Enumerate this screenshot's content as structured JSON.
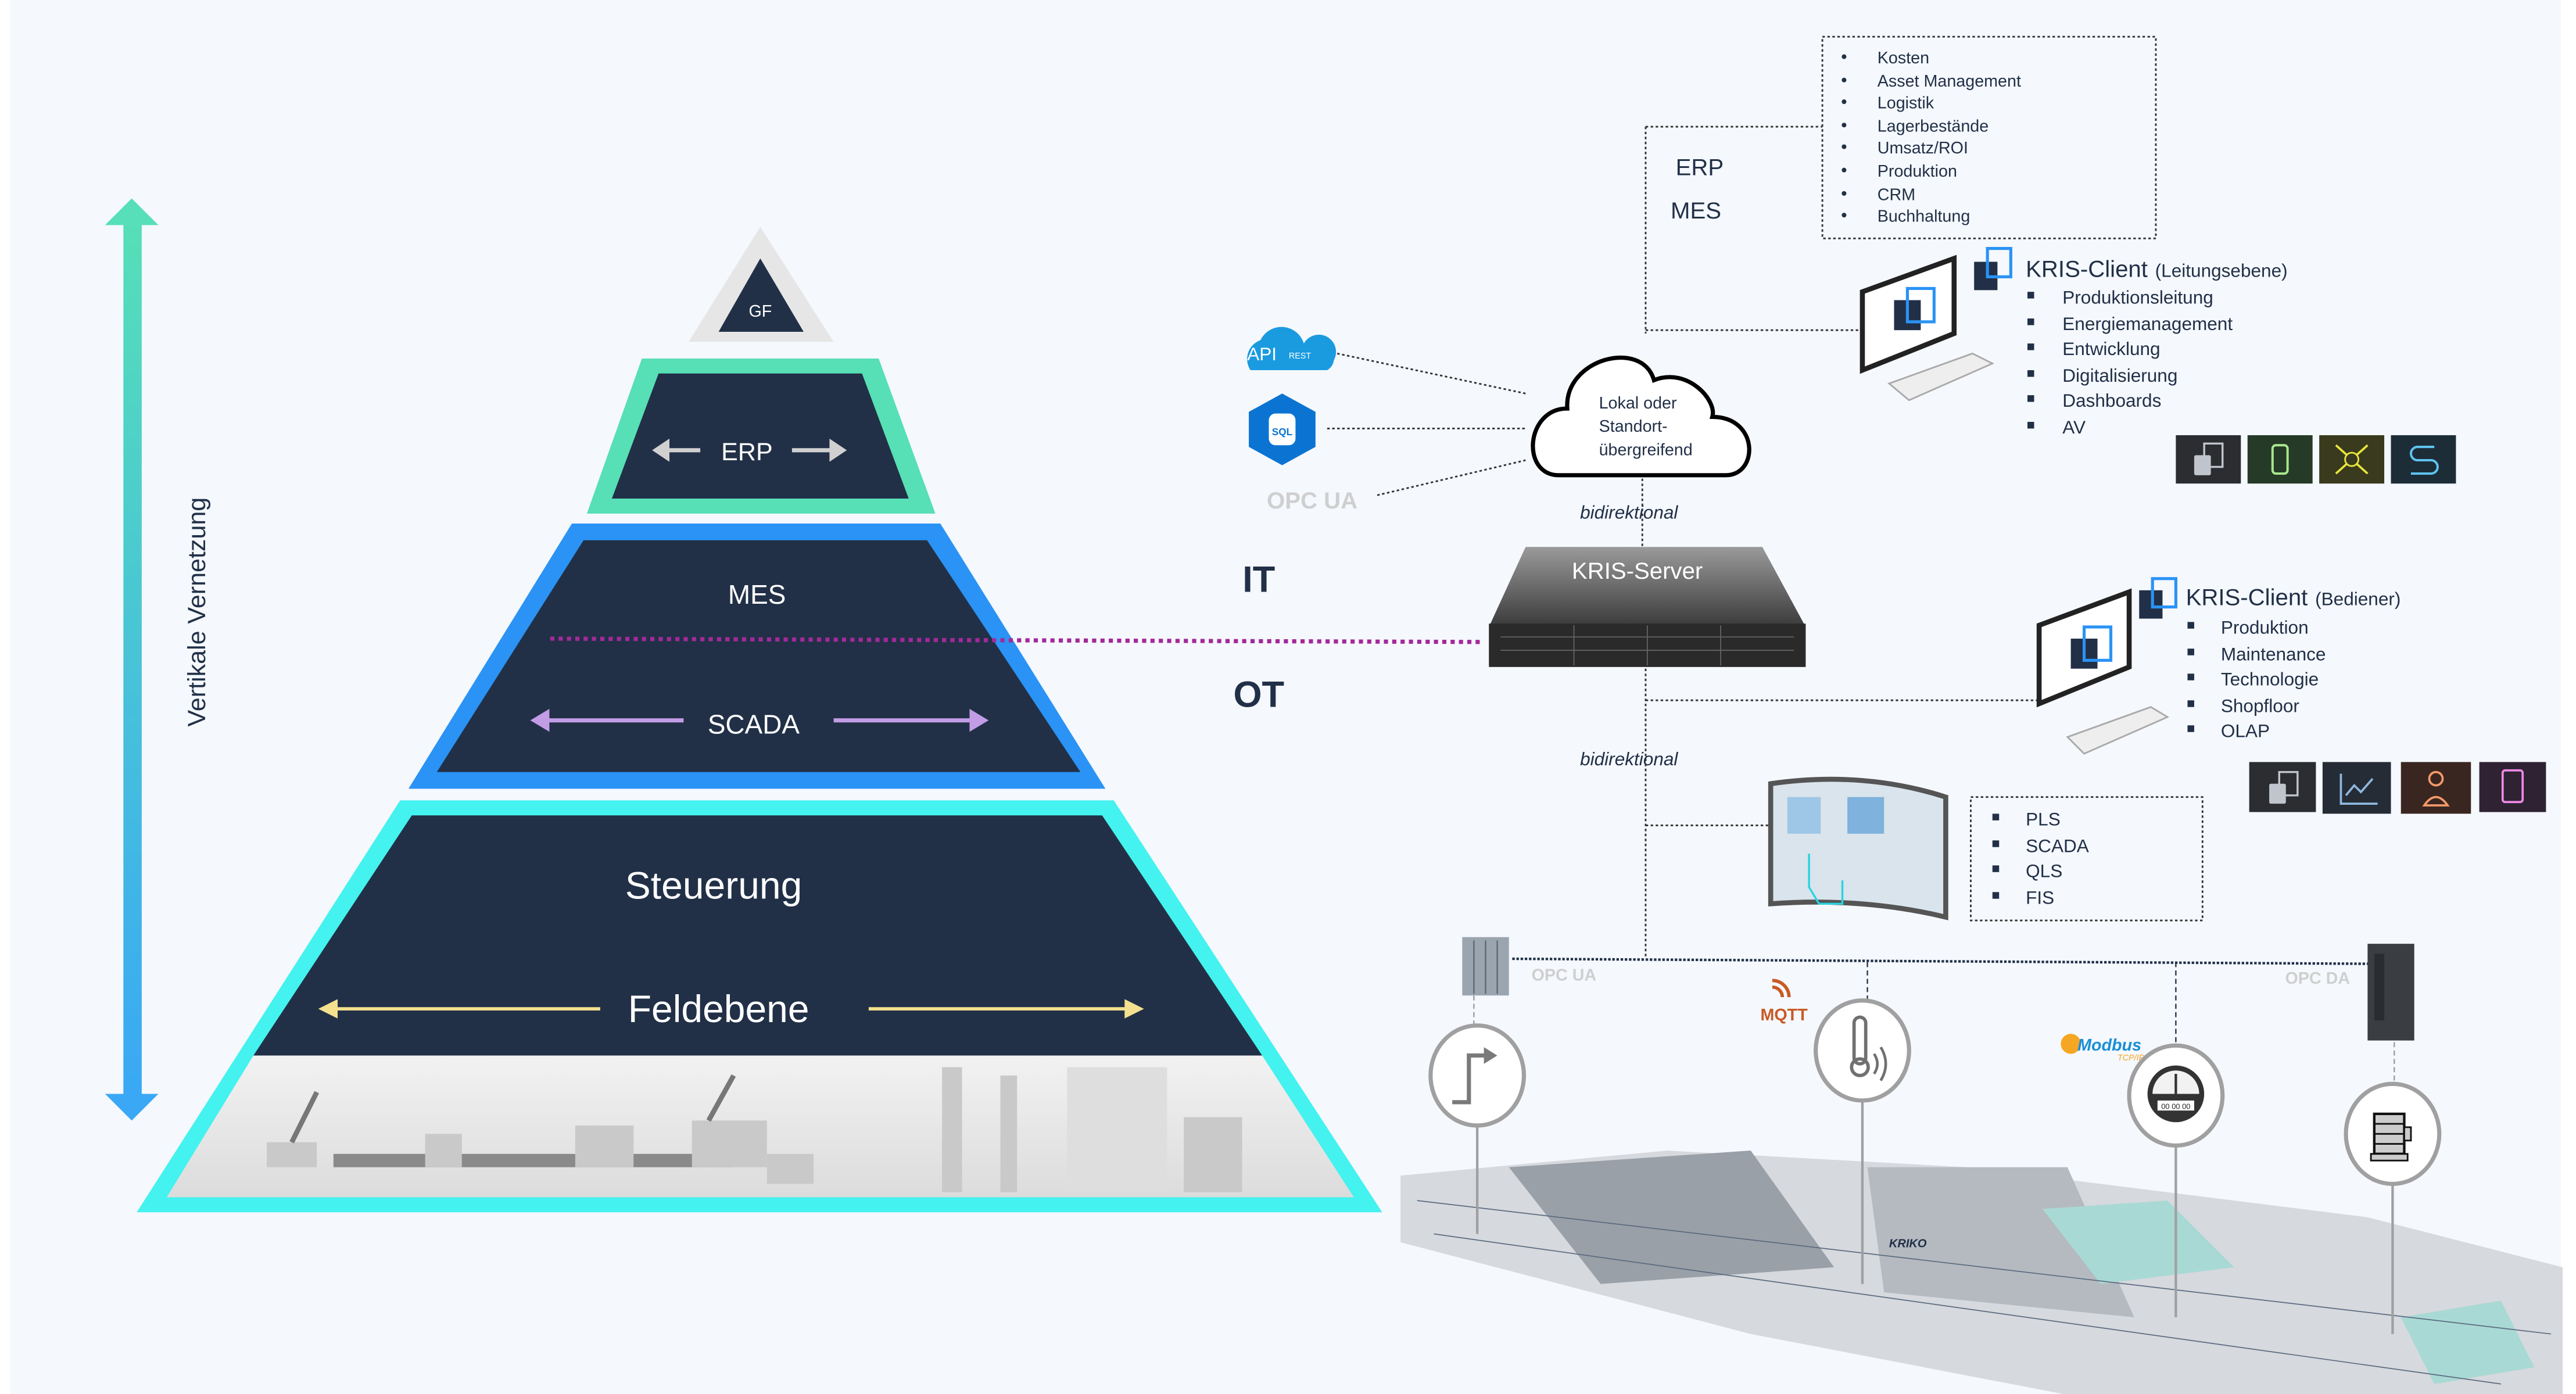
{
  "pyramid": {
    "axis_label": "Vertikale Vernetzung",
    "levels": {
      "gf": "GF",
      "erp": "ERP",
      "mes": "MES",
      "scada": "SCADA",
      "steuerung": "Steuerung",
      "feldebene": "Feldebene"
    },
    "colors": {
      "dark": "#213047",
      "gf_border": "#e6e6e6",
      "erp_border": "#57dfb5",
      "mes_border": "#2a93f5",
      "field_border": "#44f2ef",
      "scada_arrow": "#c39ce6",
      "field_arrow": "#f5e08f",
      "it_ot_line": "#a3299a"
    }
  },
  "zones": {
    "it": "IT",
    "ot": "OT"
  },
  "erp_box": {
    "labels": [
      "ERP",
      "MES"
    ],
    "items": [
      "Kosten",
      "Asset Management",
      "Logistik",
      "Lagerbestände",
      "Umsatz/ROI",
      "Produktion",
      "CRM",
      "Buchhaltung"
    ]
  },
  "sources": {
    "api": "API",
    "rest": "REST",
    "sql": "SQL",
    "opc_ua": "OPC UA"
  },
  "cloud": {
    "lines": [
      "Lokal oder",
      "Standort-",
      "übergreifend"
    ]
  },
  "link_label": "bidirektional",
  "server": {
    "label": "KRIS-Server"
  },
  "client_management": {
    "title": "KRIS-Client",
    "subtitle": "(Leitungsebene)",
    "items": [
      "Produktionsleitung",
      "Energiemanagement",
      "Entwicklung",
      "Digitalisierung",
      "Dashboards",
      "AV"
    ],
    "icons": [
      "copy-icon",
      "battery-icon",
      "factory-network-icon",
      "workflow-icon"
    ]
  },
  "client_operator": {
    "title": "KRIS-Client",
    "subtitle": "(Bediener)",
    "items": [
      "Produktion",
      "Maintenance",
      "Technologie",
      "Shopfloor",
      "OLAP"
    ],
    "icons": [
      "copy-icon",
      "trend-chart-icon",
      "chef-icon",
      "signed-document-icon"
    ]
  },
  "hmi_box": {
    "items": [
      "PLS",
      "SCADA",
      "QLS",
      "FIS"
    ]
  },
  "field": {
    "protocols": {
      "opc_ua": "OPC UA",
      "mqtt": "MQTT",
      "modbus": "Modbus",
      "modbus_sub": "TCP/IP",
      "opc_da": "OPC DA"
    },
    "sensors": [
      "digital-signal-icon",
      "temperature-sensor-icon",
      "meter-gauge-icon",
      "motor-icon"
    ],
    "meter_digits": "00 00 00",
    "machine_brand": "KRIKO"
  }
}
